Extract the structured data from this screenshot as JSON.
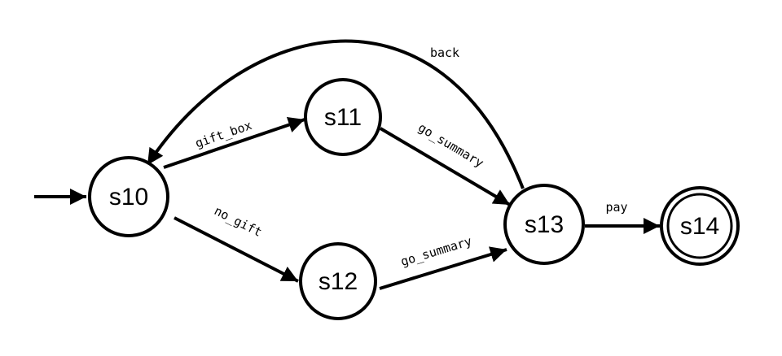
{
  "colors": {
    "ink": "#000000",
    "background": "#ffffff"
  },
  "states": {
    "s10": {
      "label": "s10",
      "initial": true,
      "accepting": false
    },
    "s11": {
      "label": "s11",
      "initial": false,
      "accepting": false
    },
    "s12": {
      "label": "s12",
      "initial": false,
      "accepting": false
    },
    "s13": {
      "label": "s13",
      "initial": false,
      "accepting": false
    },
    "s14": {
      "label": "s14",
      "initial": false,
      "accepting": true
    }
  },
  "transitions": [
    {
      "from": "s10",
      "to": "s11",
      "label": "gift_box"
    },
    {
      "from": "s10",
      "to": "s12",
      "label": "no_gift"
    },
    {
      "from": "s11",
      "to": "s13",
      "label": "go_summary"
    },
    {
      "from": "s12",
      "to": "s13",
      "label": "go_summary"
    },
    {
      "from": "s13",
      "to": "s10",
      "label": "back"
    },
    {
      "from": "s13",
      "to": "s14",
      "label": "pay"
    }
  ]
}
